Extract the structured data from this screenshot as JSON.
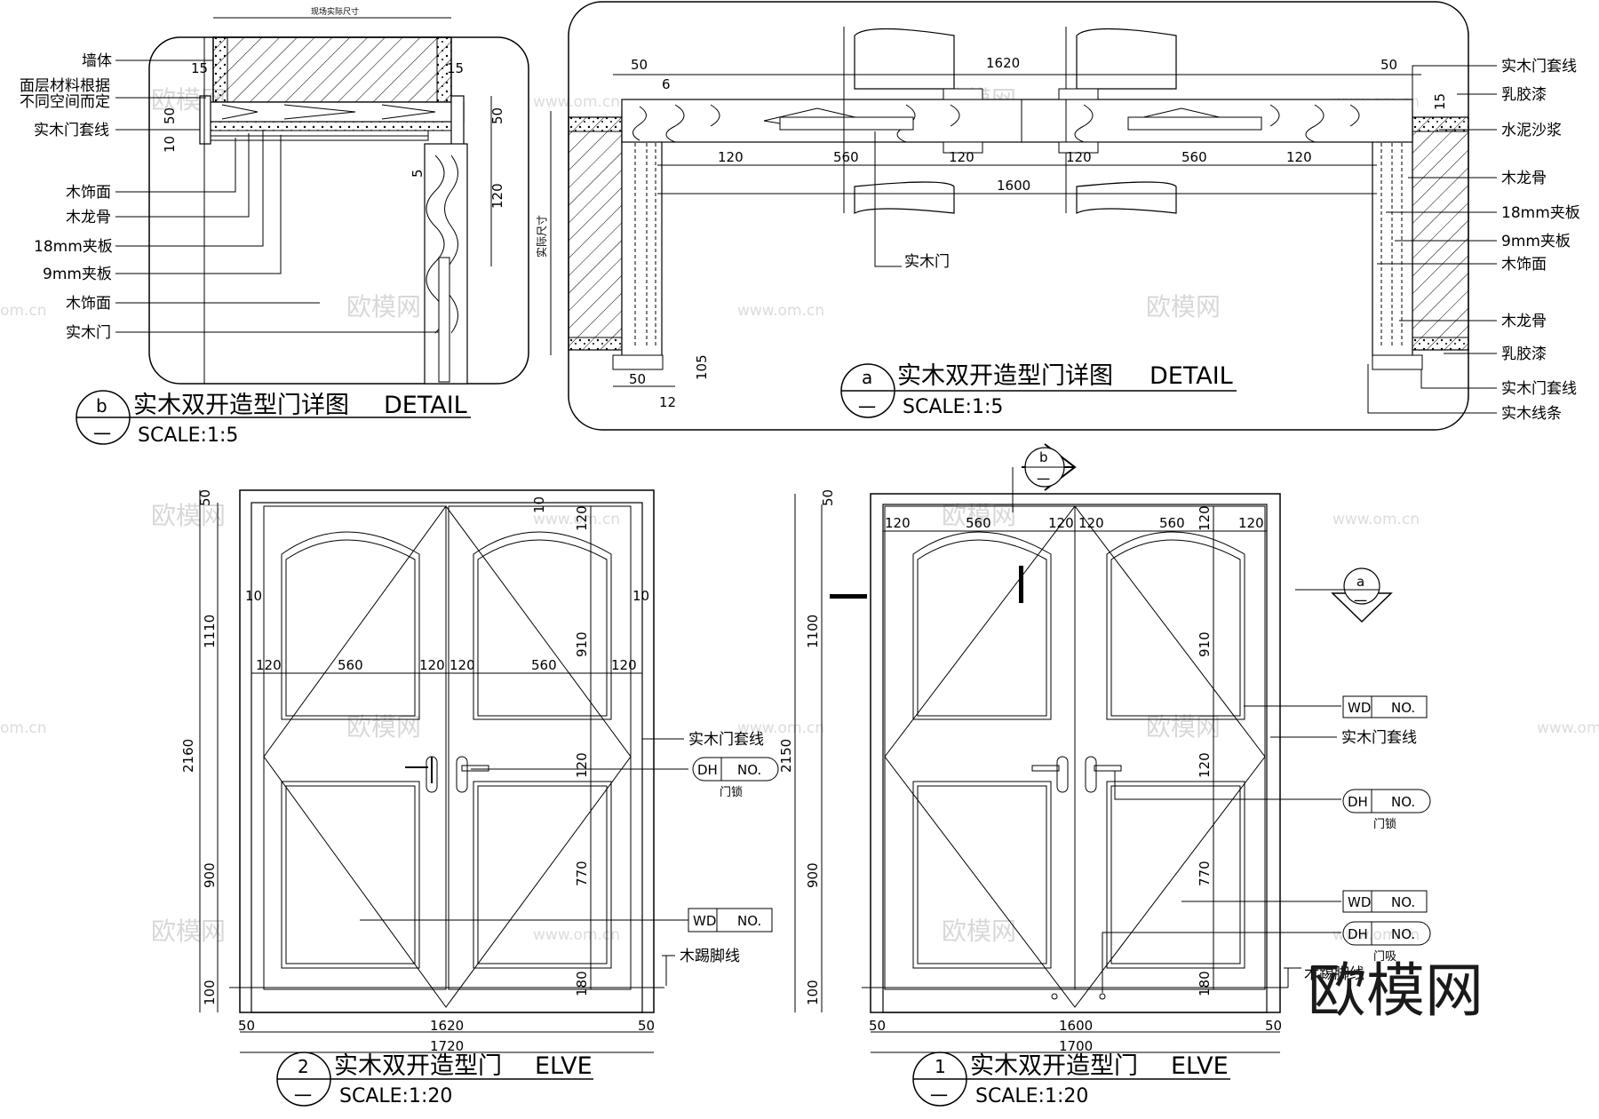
{
  "watermark": {
    "brand": "欧模网",
    "url": "www.om.cn",
    "url_short": "om.cn"
  },
  "big_logo": "欧模网",
  "detail_b": {
    "top_label": "现场实际尺寸",
    "labels": [
      "墙体",
      "面层材料根据",
      "不同空间而定",
      "实木门套线",
      "木饰面",
      "木龙骨",
      "18mm夹板",
      "9mm夹板",
      "木饰面",
      "实木门"
    ],
    "dims": {
      "d15a": "15",
      "d15b": "15",
      "d50a": "50",
      "d50b": "50",
      "d10": "10",
      "d5": "5",
      "d120": "120"
    },
    "badge": "b",
    "badge_sub": "一",
    "title": "实木双开造型门详图",
    "title_en": "DETAIL",
    "scale": "SCALE:1:5"
  },
  "detail_a": {
    "left_label": "实际尺寸",
    "labels_right": [
      "实木门套线",
      "乳胶漆",
      "水泥沙浆",
      "木龙骨",
      "18mm夹板",
      "9mm夹板",
      "木饰面",
      "木龙骨",
      "乳胶漆",
      "实木门套线",
      "实木线条"
    ],
    "label_door": "实木门",
    "dims": {
      "d50l": "50",
      "d6": "6",
      "d1620": "1620",
      "d50r": "50",
      "d15": "15",
      "d120a": "120",
      "d560a": "560",
      "d120b": "120",
      "d120c": "120",
      "d560b": "560",
      "d120d": "120",
      "d1600": "1600",
      "d50b": "50",
      "d12": "12",
      "d105": "105"
    },
    "badge": "a",
    "badge_sub": "一",
    "title": "实木双开造型门详图",
    "title_en": "DETAIL",
    "scale": "SCALE:1:5"
  },
  "elev_2": {
    "dims": {
      "d50t": "50",
      "d2160": "2160",
      "d1110": "1110",
      "d900": "900",
      "d100": "100",
      "d10t": "10",
      "d10l": "10",
      "d10r": "10",
      "d120a": "120",
      "d560a": "560",
      "d120b": "120",
      "d120c": "120",
      "d560b": "560",
      "d120d": "120",
      "d120top": "120",
      "d910": "910",
      "d120mid": "120",
      "d770": "770",
      "d180": "180",
      "d50l": "50",
      "d1620": "1620",
      "d50r": "50",
      "d1720": "1720"
    },
    "tags": {
      "wd": "WD",
      "no": "NO.",
      "dh": "DH",
      "no2": "NO.",
      "lock": "门锁"
    },
    "labels": {
      "casing": "实木门套线",
      "skirting": "木踢脚线"
    },
    "badge": "2",
    "badge_sub": "一",
    "title": "实木双开造型门",
    "title_en": "ELVE",
    "scale": "SCALE:1:20"
  },
  "elev_1": {
    "dims": {
      "d50t": "50",
      "d2150": "2150",
      "d1100": "1100",
      "d900": "900",
      "d100": "100",
      "d120a": "120",
      "d560a": "560",
      "d120b": "120",
      "d120c": "120",
      "d560b": "560",
      "d120d": "120",
      "d120top": "120",
      "d910": "910",
      "d120mid": "120",
      "d770": "770",
      "d180": "180",
      "d50l": "50",
      "d1600": "1600",
      "d50r": "50",
      "d1700": "1700"
    },
    "tags": {
      "wd1": "WD",
      "no1": "NO.",
      "dh1": "DH",
      "no2": "NO.",
      "lock": "门锁",
      "wd2": "WD",
      "no3": "NO.",
      "dh2": "DH",
      "no4": "NO.",
      "stop": "门吸"
    },
    "labels": {
      "casing": "实木门套线",
      "skirting": "木踢脚线"
    },
    "sec_b": "b",
    "sec_a": "a",
    "sec_sub": "一",
    "badge": "1",
    "badge_sub": "一",
    "title": "实木双开造型门",
    "title_en": "ELVE",
    "scale": "SCALE:1:20"
  }
}
